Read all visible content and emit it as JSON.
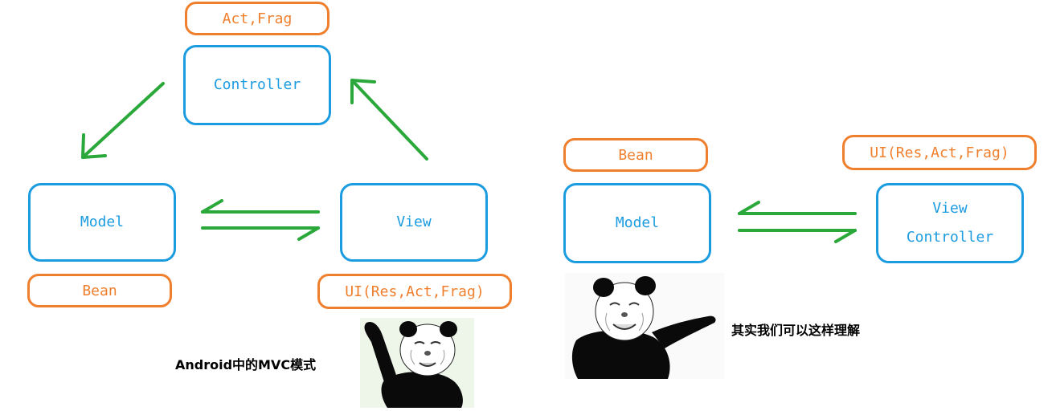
{
  "left_diagram": {
    "controller_tag": "Act,Frag",
    "controller": "Controller",
    "model": "Model",
    "view": "View",
    "model_tag": "Bean",
    "view_tag": "UI(Res,Act,Frag)",
    "caption": "Android中的MVC模式"
  },
  "right_diagram": {
    "model_tag": "Bean",
    "view_controller_tag": "UI(Res,Act,Frag)",
    "model": "Model",
    "view_controller": "View\nController",
    "caption": "其实我们可以这样理解"
  },
  "colors": {
    "box": "#1b9ce0",
    "tag": "#f07f2d",
    "arrow": "#2aa83a"
  },
  "icons": [
    "panda-meme-pointing-up",
    "panda-meme-pointing-right"
  ]
}
